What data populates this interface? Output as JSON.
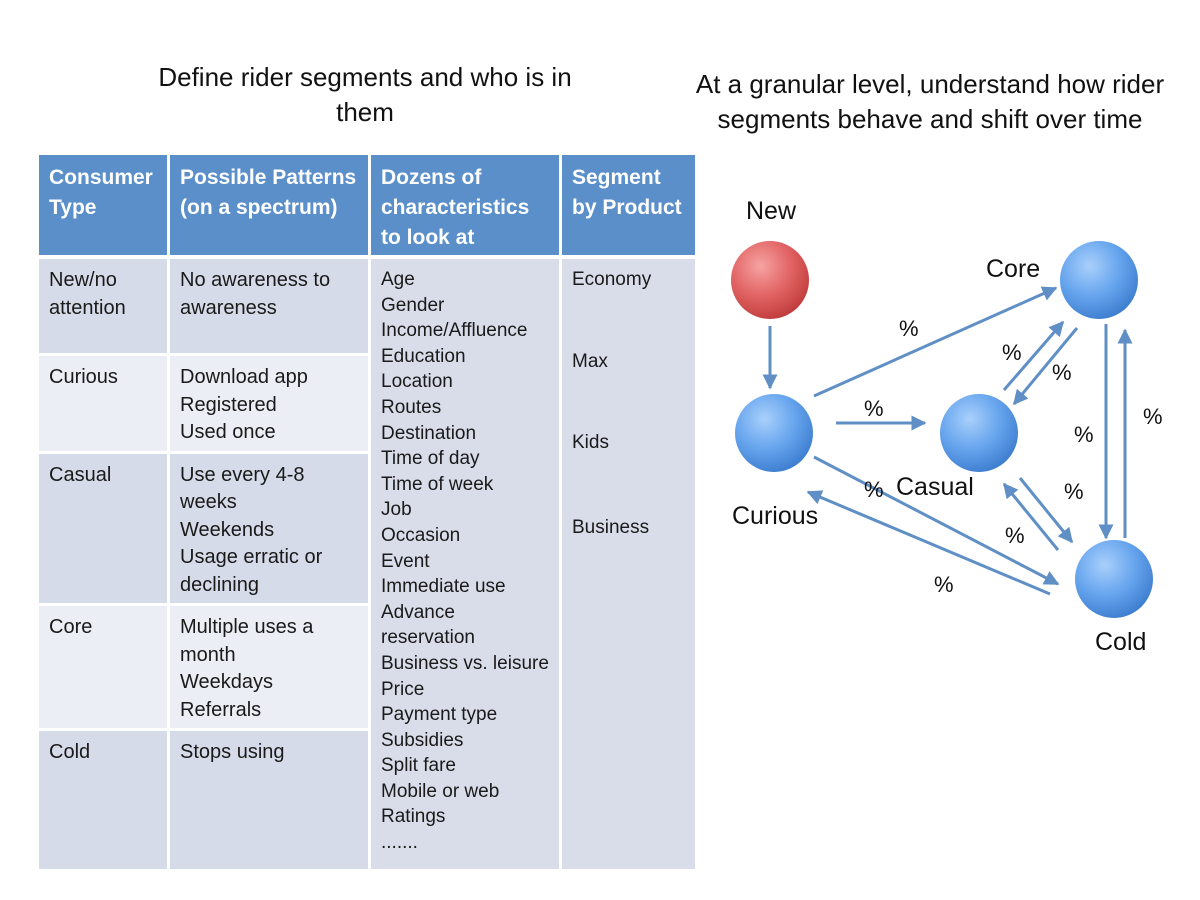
{
  "left_heading": "Define rider segments and who is in them",
  "right_heading": "At a granular level, understand how rider segments behave and shift over time",
  "table": {
    "headers": [
      "Consumer Type",
      "Possible Patterns (on a spectrum)",
      "Dozens of characteristics to look at",
      "Segment by Product"
    ],
    "rows": [
      {
        "type": "New/no attention",
        "patterns": [
          "No awareness to awareness"
        ]
      },
      {
        "type": "Curious",
        "patterns": [
          "Download app",
          "Registered",
          "Used once"
        ]
      },
      {
        "type": "Casual",
        "patterns": [
          "Use every 4-8 weeks",
          "Weekends",
          "Usage erratic or declining"
        ]
      },
      {
        "type": "Core",
        "patterns": [
          "Multiple uses a month",
          "Weekdays",
          "Referrals"
        ]
      },
      {
        "type": "Cold",
        "patterns": [
          "Stops using"
        ]
      }
    ],
    "characteristics": [
      "Age",
      "Gender",
      "Income/Affluence",
      "Education",
      "Location",
      "Routes",
      "Destination",
      "Time of day",
      "Time of week",
      "Job",
      "Occasion",
      "Event",
      "Immediate use",
      "Advance reservation",
      "Business vs. leisure",
      "Price",
      "Payment type",
      "Subsidies",
      "Split fare",
      "Mobile or web",
      "Ratings",
      "......."
    ],
    "products": [
      "Economy",
      "Max",
      "Kids",
      "Business"
    ]
  },
  "diagram": {
    "nodes": {
      "new": "New",
      "core": "Core",
      "curious": "Curious",
      "casual": "Casual",
      "cold": "Cold"
    },
    "edge_label": "%",
    "colors": {
      "new_fill": "#e05a5a",
      "segment_fill": "#5a9ae6",
      "arrow": "#5f8fc5"
    }
  }
}
